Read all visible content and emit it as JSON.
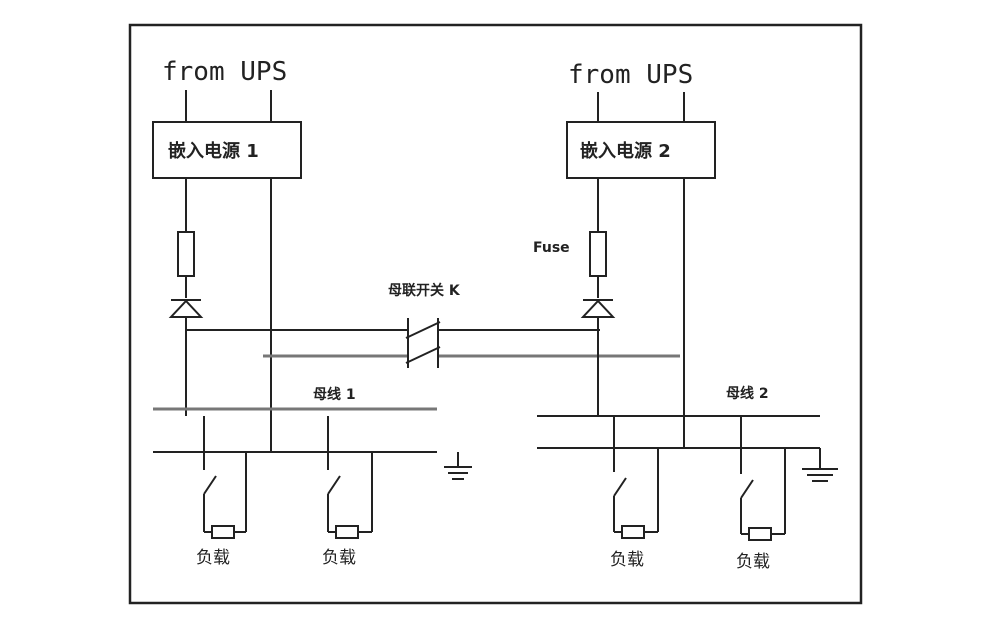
{
  "inputs": {
    "left_feed": "from UPS",
    "right_feed": "from UPS"
  },
  "modules": {
    "module_1": "嵌入电源 1",
    "module_2": "嵌入电源 2"
  },
  "fuse_label": "Fuse",
  "tie_switch_label": "母联开关 K",
  "buses": {
    "bus_1": "母线 1",
    "bus_2": "母线 2"
  },
  "loads": [
    "负载",
    "负载",
    "负载",
    "负载"
  ],
  "colors": {
    "line": "#222222",
    "bus": "#777777",
    "background": "#ffffff"
  }
}
